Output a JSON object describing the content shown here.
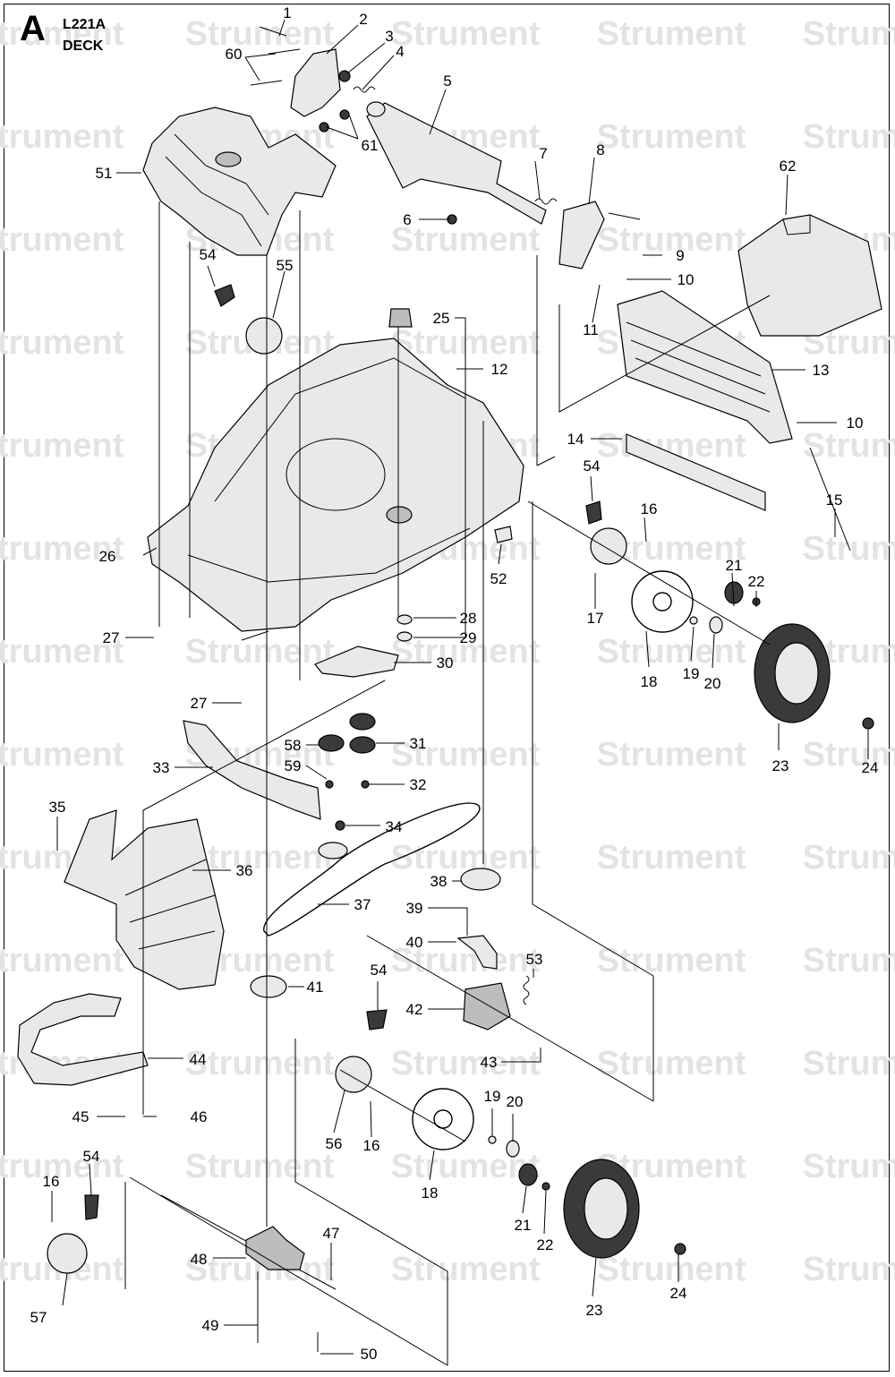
{
  "header": {
    "letter": "A",
    "model": "L221A",
    "section": "DECK"
  },
  "watermark": {
    "text": "Strument",
    "color": "#e3e3e3"
  },
  "callouts": [
    {
      "id": "c1",
      "label": "1"
    },
    {
      "id": "c2",
      "label": "2"
    },
    {
      "id": "c3",
      "label": "3"
    },
    {
      "id": "c4",
      "label": "4"
    },
    {
      "id": "c5",
      "label": "5"
    },
    {
      "id": "c6",
      "label": "6"
    },
    {
      "id": "c7",
      "label": "7"
    },
    {
      "id": "c8",
      "label": "8"
    },
    {
      "id": "c9",
      "label": "9"
    },
    {
      "id": "c10a",
      "label": "10"
    },
    {
      "id": "c10b",
      "label": "10"
    },
    {
      "id": "c11",
      "label": "11"
    },
    {
      "id": "c12",
      "label": "12"
    },
    {
      "id": "c13",
      "label": "13"
    },
    {
      "id": "c14",
      "label": "14"
    },
    {
      "id": "c15",
      "label": "15"
    },
    {
      "id": "c16a",
      "label": "16"
    },
    {
      "id": "c16b",
      "label": "16"
    },
    {
      "id": "c16c",
      "label": "16"
    },
    {
      "id": "c17",
      "label": "17"
    },
    {
      "id": "c18a",
      "label": "18"
    },
    {
      "id": "c18b",
      "label": "18"
    },
    {
      "id": "c19a",
      "label": "19"
    },
    {
      "id": "c19b",
      "label": "19"
    },
    {
      "id": "c20a",
      "label": "20"
    },
    {
      "id": "c20b",
      "label": "20"
    },
    {
      "id": "c21a",
      "label": "21"
    },
    {
      "id": "c21b",
      "label": "21"
    },
    {
      "id": "c22a",
      "label": "22"
    },
    {
      "id": "c22b",
      "label": "22"
    },
    {
      "id": "c23a",
      "label": "23"
    },
    {
      "id": "c23b",
      "label": "23"
    },
    {
      "id": "c24a",
      "label": "24"
    },
    {
      "id": "c24b",
      "label": "24"
    },
    {
      "id": "c25",
      "label": "25"
    },
    {
      "id": "c26",
      "label": "26"
    },
    {
      "id": "c27a",
      "label": "27"
    },
    {
      "id": "c27b",
      "label": "27"
    },
    {
      "id": "c28",
      "label": "28"
    },
    {
      "id": "c29",
      "label": "29"
    },
    {
      "id": "c30",
      "label": "30"
    },
    {
      "id": "c31",
      "label": "31"
    },
    {
      "id": "c32",
      "label": "32"
    },
    {
      "id": "c33",
      "label": "33"
    },
    {
      "id": "c34",
      "label": "34"
    },
    {
      "id": "c35",
      "label": "35"
    },
    {
      "id": "c36",
      "label": "36"
    },
    {
      "id": "c37",
      "label": "37"
    },
    {
      "id": "c38",
      "label": "38"
    },
    {
      "id": "c39",
      "label": "39"
    },
    {
      "id": "c40",
      "label": "40"
    },
    {
      "id": "c41",
      "label": "41"
    },
    {
      "id": "c42",
      "label": "42"
    },
    {
      "id": "c43",
      "label": "43"
    },
    {
      "id": "c44",
      "label": "44"
    },
    {
      "id": "c45",
      "label": "45"
    },
    {
      "id": "c46",
      "label": "46"
    },
    {
      "id": "c47",
      "label": "47"
    },
    {
      "id": "c48",
      "label": "48"
    },
    {
      "id": "c49",
      "label": "49"
    },
    {
      "id": "c50",
      "label": "50"
    },
    {
      "id": "c51",
      "label": "51"
    },
    {
      "id": "c52",
      "label": "52"
    },
    {
      "id": "c53",
      "label": "53"
    },
    {
      "id": "c54a",
      "label": "54"
    },
    {
      "id": "c54b",
      "label": "54"
    },
    {
      "id": "c54c",
      "label": "54"
    },
    {
      "id": "c54d",
      "label": "54"
    },
    {
      "id": "c55",
      "label": "55"
    },
    {
      "id": "c56",
      "label": "56"
    },
    {
      "id": "c57",
      "label": "57"
    },
    {
      "id": "c58",
      "label": "58"
    },
    {
      "id": "c59",
      "label": "59"
    },
    {
      "id": "c60",
      "label": "60"
    },
    {
      "id": "c61",
      "label": "61"
    },
    {
      "id": "c62",
      "label": "62"
    }
  ]
}
